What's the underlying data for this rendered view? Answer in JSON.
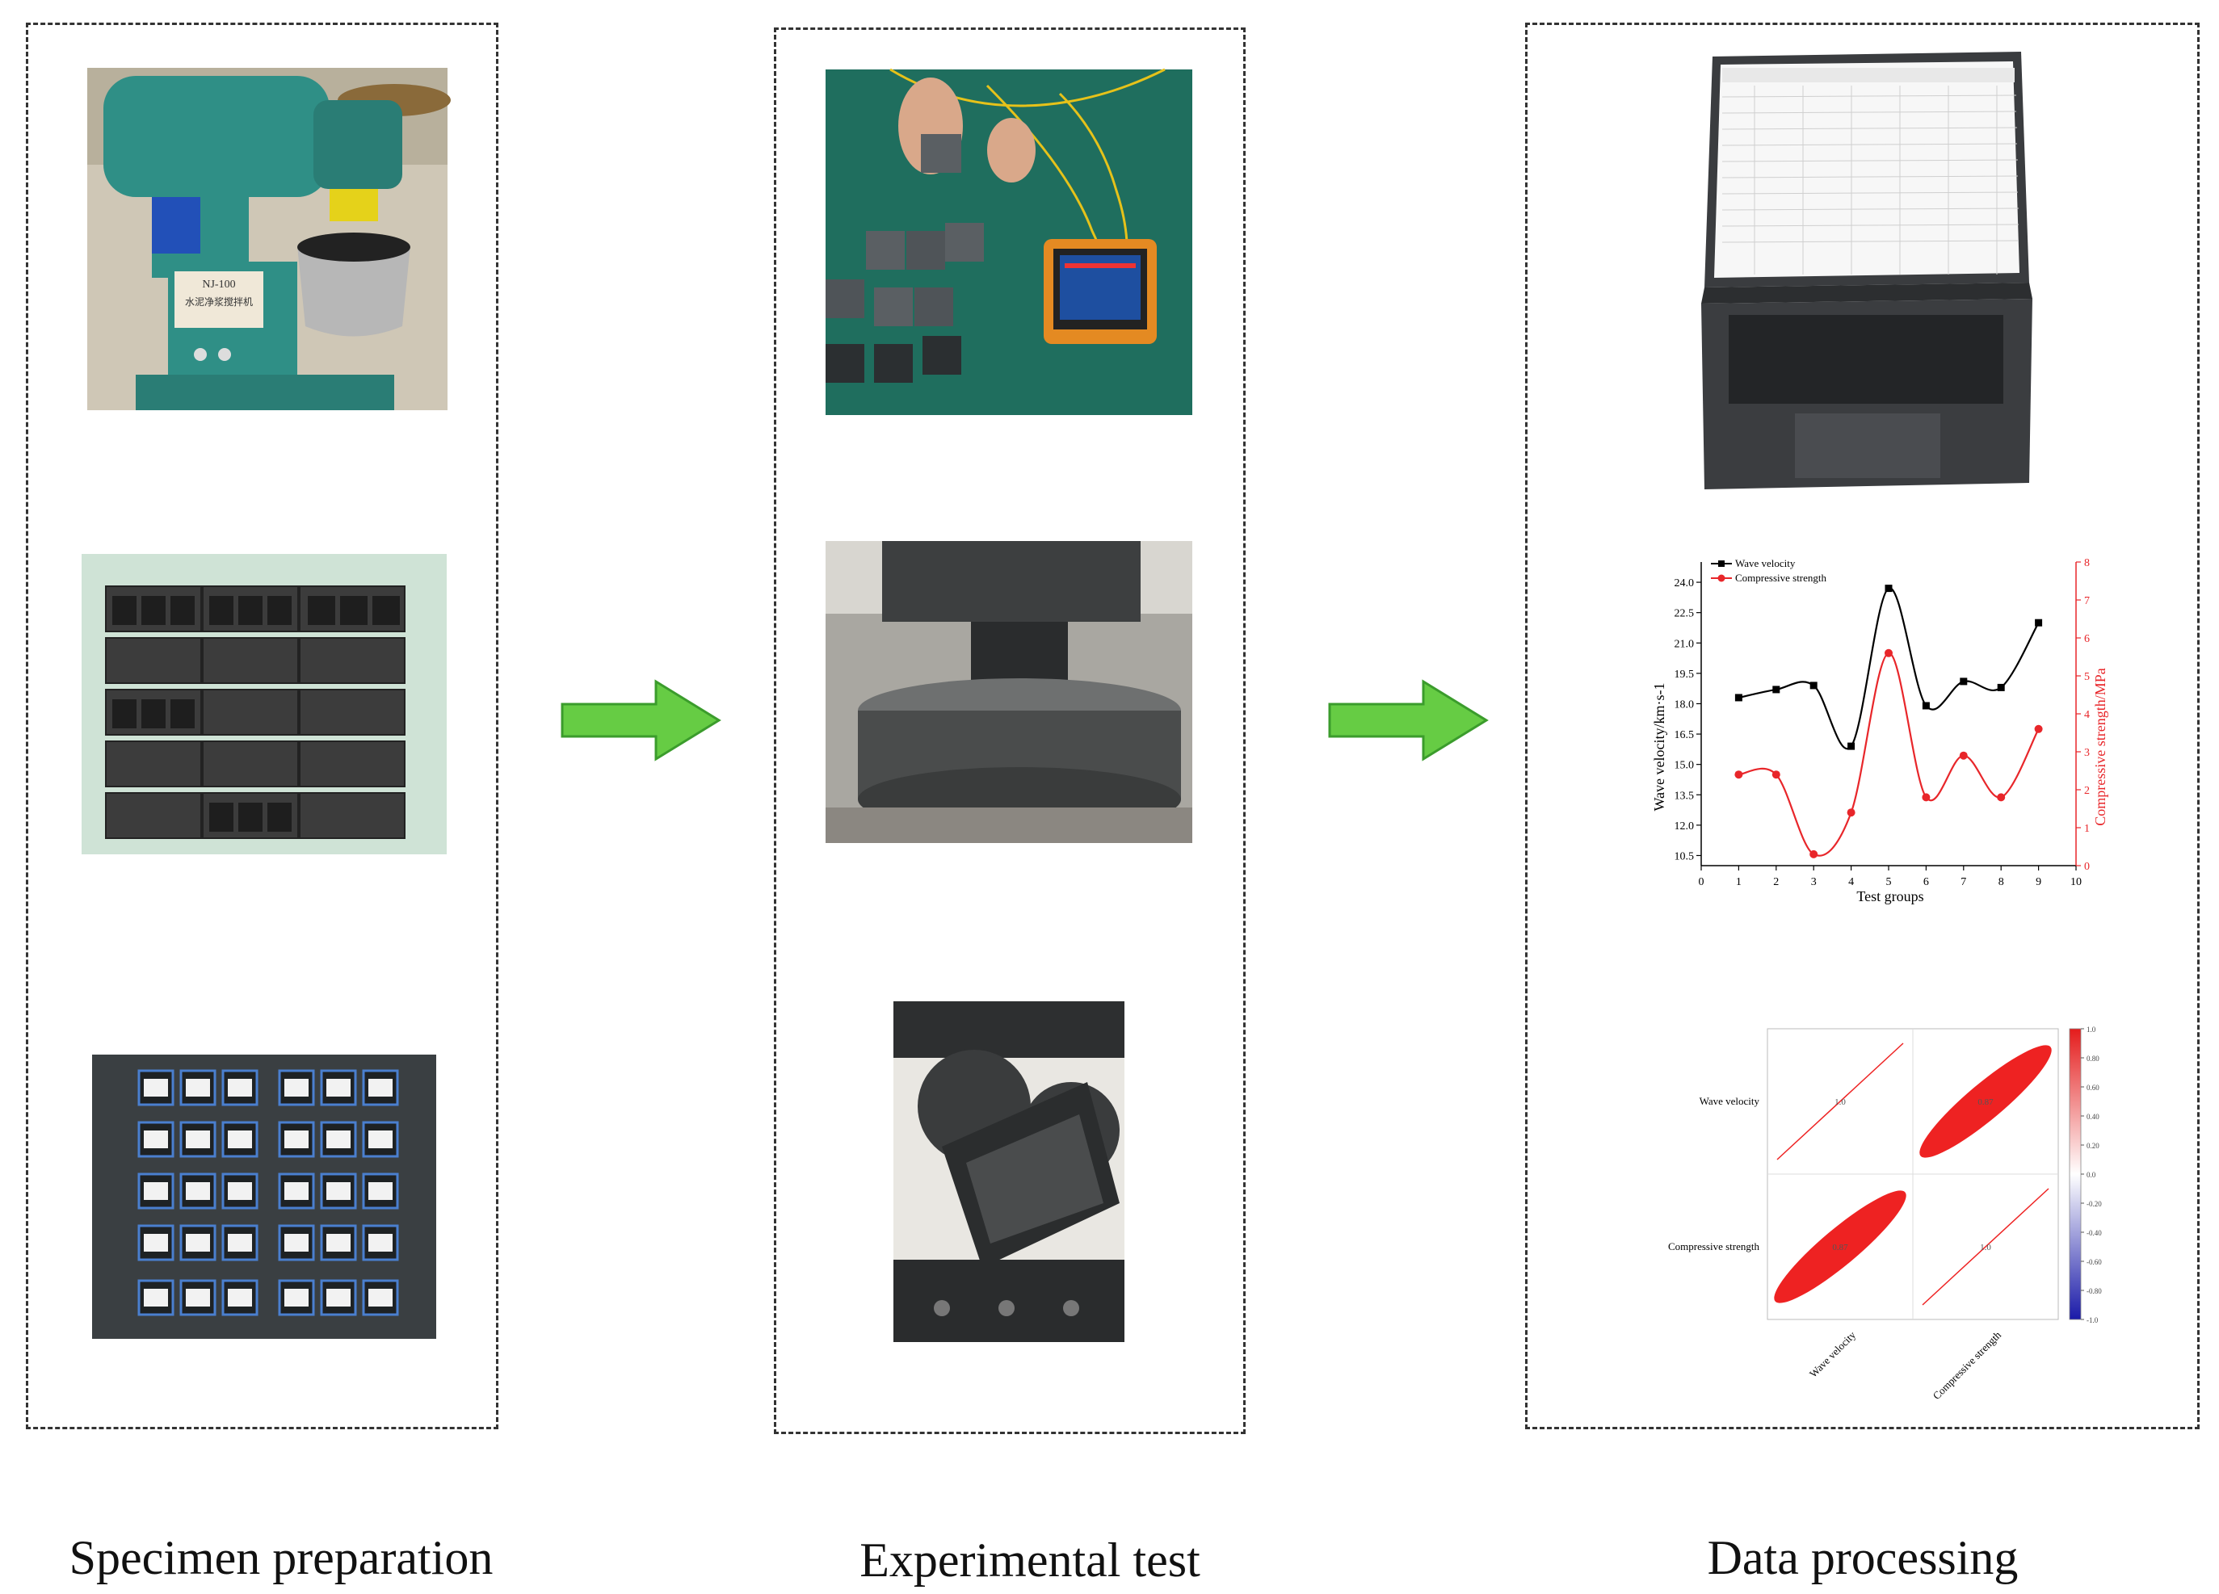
{
  "stages": [
    {
      "label": "Specimen preparation"
    },
    {
      "label": "Experimental test"
    },
    {
      "label": "Data processing"
    }
  ],
  "photos": {
    "mixer": {
      "label": "NJ-100",
      "caption": "水泥净浆搅拌机"
    },
    "ultrasonic_device": "ultrasonic-tester",
    "compression_test": "compression-press",
    "shear_test": "shear-fixture",
    "laptop": "laptop-spreadsheet"
  },
  "colors": {
    "arrow": "#66cc44",
    "series_black": "#000000",
    "series_red": "#e8262a",
    "corr_red": "#ee2222",
    "corr_blue": "#1a1aa8"
  },
  "chart_data": [
    {
      "type": "line",
      "title": "",
      "xlabel": "Test groups",
      "ylabel": "Wave velocity/km·s-1",
      "y2label": "Compressive strength/MPa",
      "xlim": [
        0,
        10
      ],
      "ylim": [
        10.0,
        25.0
      ],
      "y2lim": [
        0,
        8
      ],
      "x_ticks": [
        "0",
        "1",
        "2",
        "3",
        "4",
        "5",
        "6",
        "7",
        "8",
        "9",
        "10"
      ],
      "y_ticks": [
        "10.5",
        "12.0",
        "13.5",
        "15.0",
        "16.5",
        "18.0",
        "19.5",
        "21.0",
        "22.5",
        "24.0"
      ],
      "y2_ticks": [
        "0",
        "1",
        "2",
        "3",
        "4",
        "5",
        "6",
        "7",
        "8"
      ],
      "x": [
        1,
        2,
        3,
        4,
        5,
        6,
        7,
        8,
        9
      ],
      "series": [
        {
          "name": "Wave velocity",
          "axis": "left",
          "values": [
            18.3,
            18.7,
            18.9,
            15.9,
            23.7,
            17.9,
            19.1,
            18.8,
            22.0
          ]
        },
        {
          "name": "Compressive strength",
          "axis": "right",
          "values": [
            2.4,
            2.4,
            0.3,
            1.4,
            5.6,
            1.8,
            2.9,
            1.8,
            3.6
          ]
        }
      ],
      "legend": "top-left"
    },
    {
      "type": "heatmap",
      "title": "",
      "variables": [
        "Wave velocity",
        "Compressive strength"
      ],
      "matrix": [
        [
          1.0,
          0.87
        ],
        [
          0.87,
          1.0
        ]
      ],
      "cell_labels": [
        [
          "1.0",
          "0.87"
        ],
        [
          "0.87",
          "1.0"
        ]
      ],
      "colorbar_ticks": [
        "1.0",
        "0.80",
        "0.60",
        "0.40",
        "0.20",
        "0.0",
        "-0.20",
        "-0.40",
        "-0.60",
        "-0.80",
        "-1.0"
      ],
      "colorbar_range": [
        -1,
        1
      ]
    }
  ]
}
